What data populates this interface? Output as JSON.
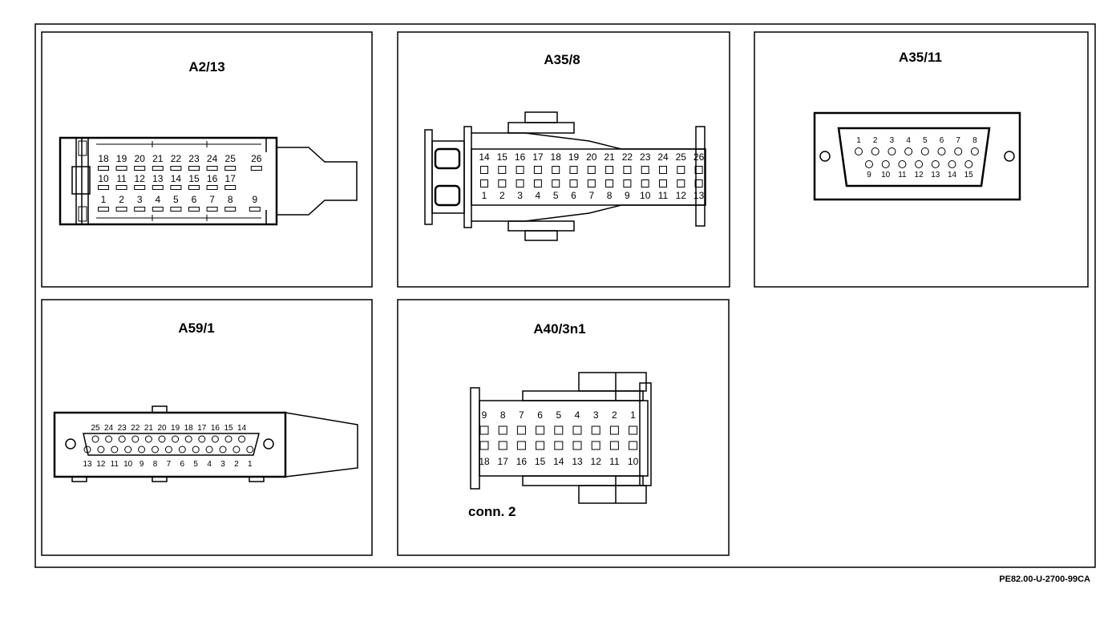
{
  "panels": {
    "a2_13": {
      "label": "A2/13",
      "rows": [
        [
          "18",
          "19",
          "20",
          "21",
          "22",
          "23",
          "24",
          "25",
          "26"
        ],
        [
          "10",
          "11",
          "12",
          "13",
          "14",
          "15",
          "16",
          "17"
        ],
        [
          "1",
          "2",
          "3",
          "4",
          "5",
          "6",
          "7",
          "8",
          "9"
        ]
      ]
    },
    "a35_8": {
      "label": "A35/8",
      "rows": [
        [
          "14",
          "15",
          "16",
          "17",
          "18",
          "19",
          "20",
          "21",
          "22",
          "23",
          "24",
          "25",
          "26"
        ],
        [
          "1",
          "2",
          "3",
          "4",
          "5",
          "6",
          "7",
          "8",
          "9",
          "10",
          "11",
          "12",
          "13"
        ]
      ]
    },
    "a35_11": {
      "label": "A35/11",
      "rows": [
        [
          "1",
          "2",
          "3",
          "4",
          "5",
          "6",
          "7",
          "8"
        ],
        [
          "9",
          "10",
          "11",
          "12",
          "13",
          "14",
          "15"
        ]
      ]
    },
    "a59_1": {
      "label": "A59/1",
      "rows": [
        [
          "25",
          "24",
          "23",
          "22",
          "21",
          "20",
          "19",
          "18",
          "17",
          "16",
          "15",
          "14"
        ],
        [
          "13",
          "12",
          "11",
          "10",
          "9",
          "8",
          "7",
          "6",
          "5",
          "4",
          "3",
          "2",
          "1"
        ]
      ]
    },
    "a40_3n1": {
      "label": "A40/3n1",
      "sublabel": "conn. 2",
      "rows": [
        [
          "9",
          "8",
          "7",
          "6",
          "5",
          "4",
          "3",
          "2",
          "1"
        ],
        [
          "18",
          "17",
          "16",
          "15",
          "14",
          "13",
          "12",
          "11",
          "10"
        ]
      ]
    }
  },
  "footer_code": "PE82.00-U-2700-99CA"
}
